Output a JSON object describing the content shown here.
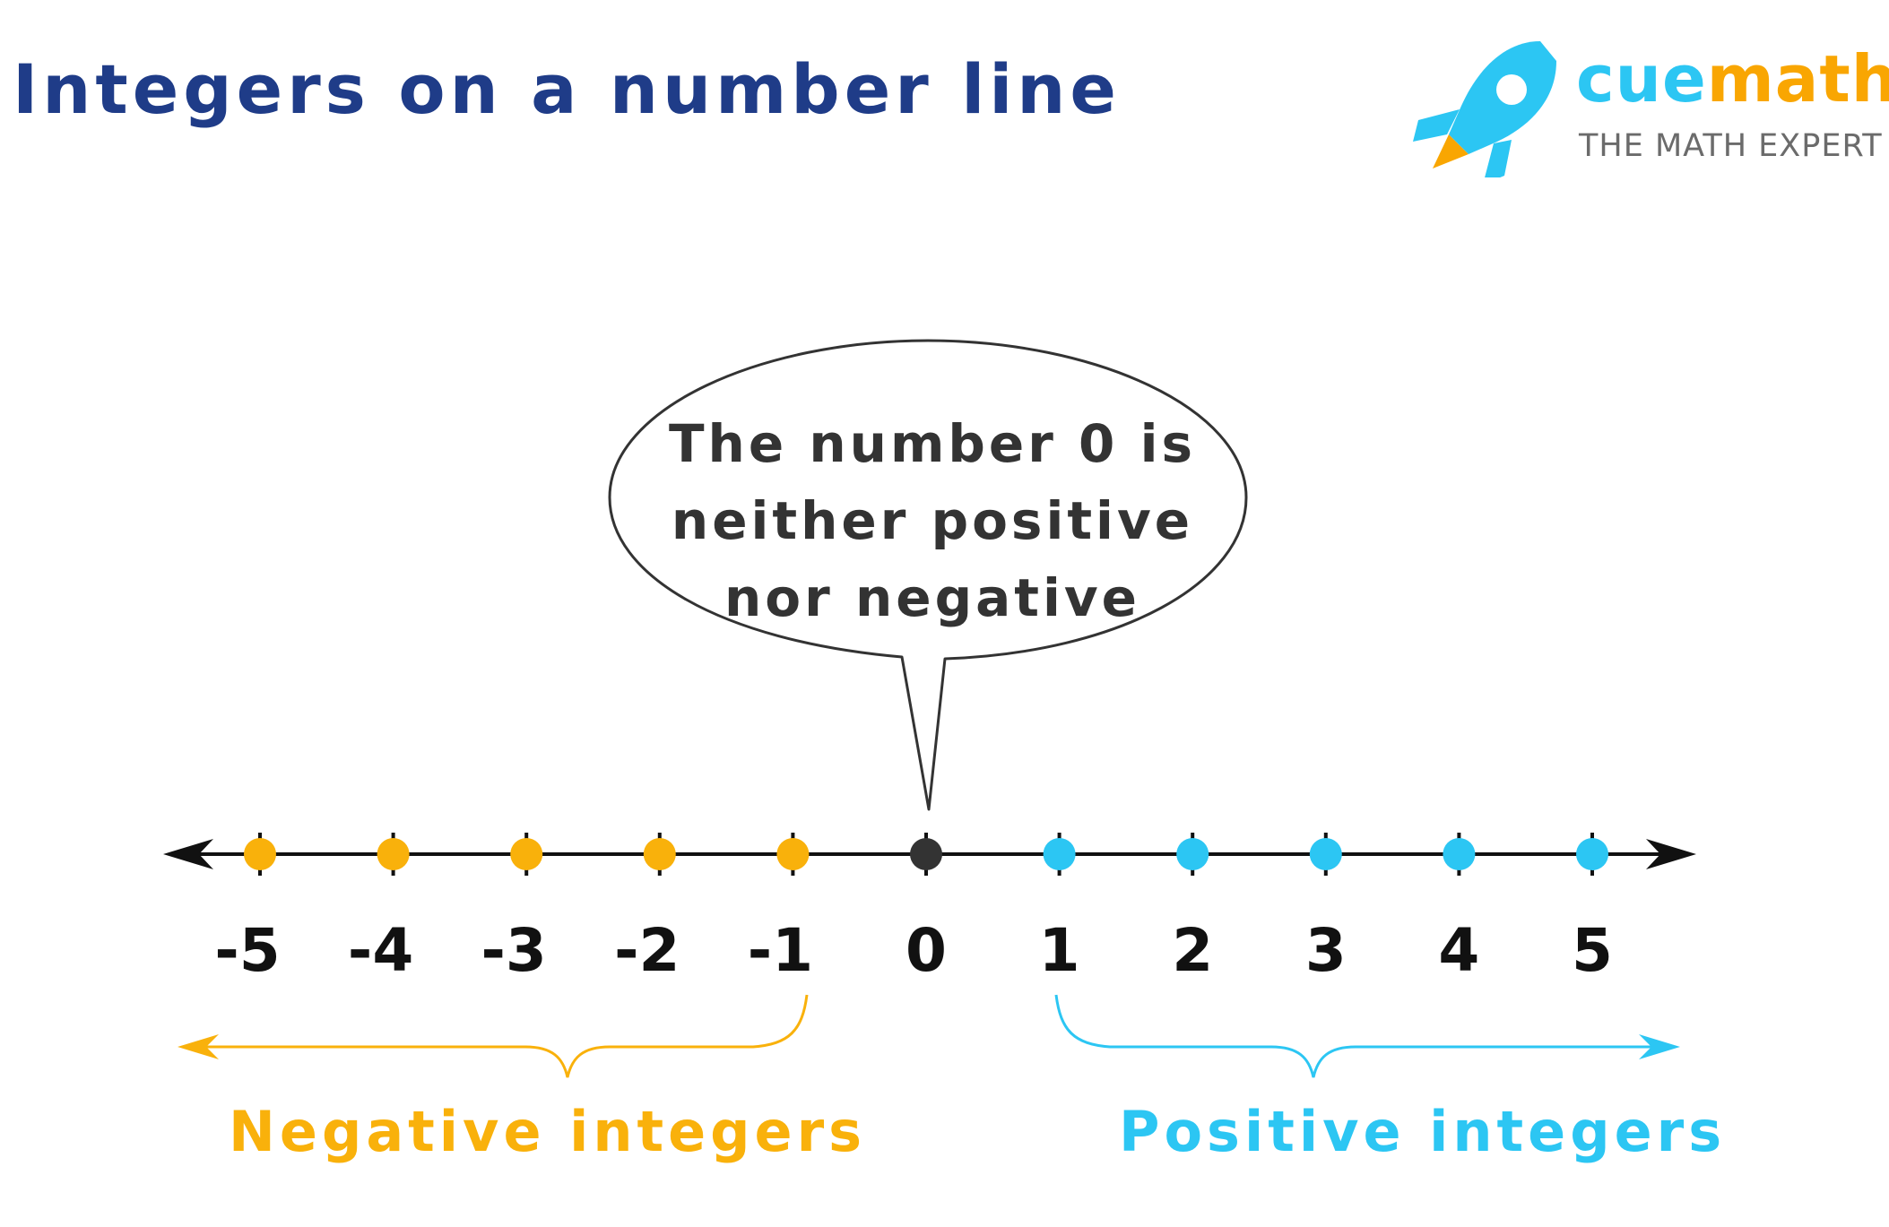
{
  "title": "Integers on a number line",
  "logo": {
    "word_part1": "cue",
    "word_part2": "math",
    "tagline": "THE MATH EXPERT"
  },
  "callout": {
    "lines": [
      "The number 0 is",
      "neither positive",
      "nor negative"
    ]
  },
  "number_line": {
    "ticks": [
      {
        "value": -5,
        "label": "-5",
        "group": "negative"
      },
      {
        "value": -4,
        "label": "-4",
        "group": "negative"
      },
      {
        "value": -3,
        "label": "-3",
        "group": "negative"
      },
      {
        "value": -2,
        "label": "-2",
        "group": "negative"
      },
      {
        "value": -1,
        "label": "-1",
        "group": "negative"
      },
      {
        "value": 0,
        "label": "0",
        "group": "zero"
      },
      {
        "value": 1,
        "label": "1",
        "group": "positive"
      },
      {
        "value": 2,
        "label": "2",
        "group": "positive"
      },
      {
        "value": 3,
        "label": "3",
        "group": "positive"
      },
      {
        "value": 4,
        "label": "4",
        "group": "positive"
      },
      {
        "value": 5,
        "label": "5",
        "group": "positive"
      }
    ]
  },
  "captions": {
    "negative": "Negative integers",
    "positive": "Positive integers"
  },
  "colors": {
    "title": "#1f3c88",
    "negative": "#f9b10b",
    "positive": "#2cc6f3",
    "zero": "#333333",
    "line": "#111111"
  }
}
